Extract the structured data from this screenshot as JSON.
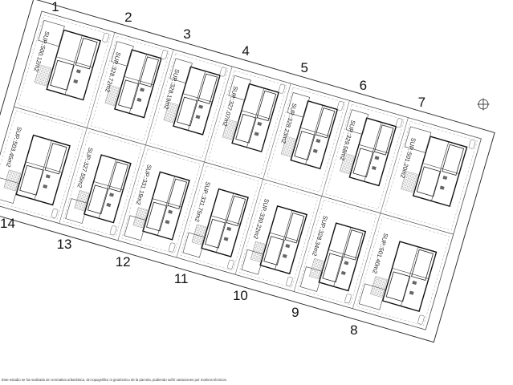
{
  "lots_top": [
    {
      "number": "1",
      "area": "SUP.:500.12m2"
    },
    {
      "number": "2",
      "area": "SUP.:328.72m2"
    },
    {
      "number": "3",
      "area": "SUP.:328.19m2"
    },
    {
      "number": "4",
      "area": "SUP.:327.07m2"
    },
    {
      "number": "5",
      "area": "SUP.:328.23m2"
    },
    {
      "number": "6",
      "area": "SUP.:329.58m2"
    },
    {
      "number": "7",
      "area": "SUP.:501.20m2"
    }
  ],
  "lots_bottom": [
    {
      "number": "14",
      "area": "SUP.:503.45m2"
    },
    {
      "number": "13",
      "area": "SUP.:327.55m2"
    },
    {
      "number": "12",
      "area": "SUP.:331.19m2"
    },
    {
      "number": "11",
      "area": "SUP.:331.75m2"
    },
    {
      "number": "10",
      "area": "SUP.:330.22m2"
    },
    {
      "number": "9",
      "area": "SUP.:328.34m2"
    },
    {
      "number": "8",
      "area": "SUP.:501.40m2"
    }
  ],
  "footnote": "Este estudio se ha realizado sin normativa urbanística, sin topográfico ni geotécnico de la parcela, pudiendo sufrir variaciones por motivos técnicos.",
  "compass_icon": "north-arrow-icon"
}
